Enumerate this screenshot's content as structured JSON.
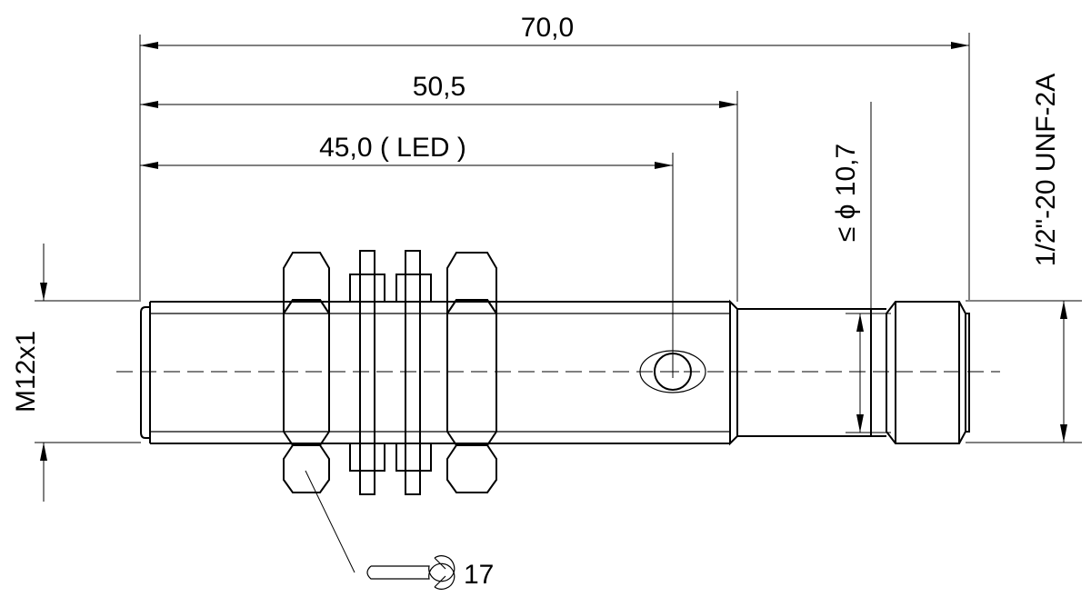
{
  "dimensions": {
    "total_length": "70,0",
    "body_length": "50,5",
    "led_position": "45,0 ( LED )",
    "diameter_limit": "≤ ϕ 10,7",
    "connector_thread": "1/2\"-20 UNF-2A",
    "body_thread": "M12x1",
    "wrench_size": "17"
  },
  "colors": {
    "line": "#000000",
    "background": "#ffffff"
  }
}
